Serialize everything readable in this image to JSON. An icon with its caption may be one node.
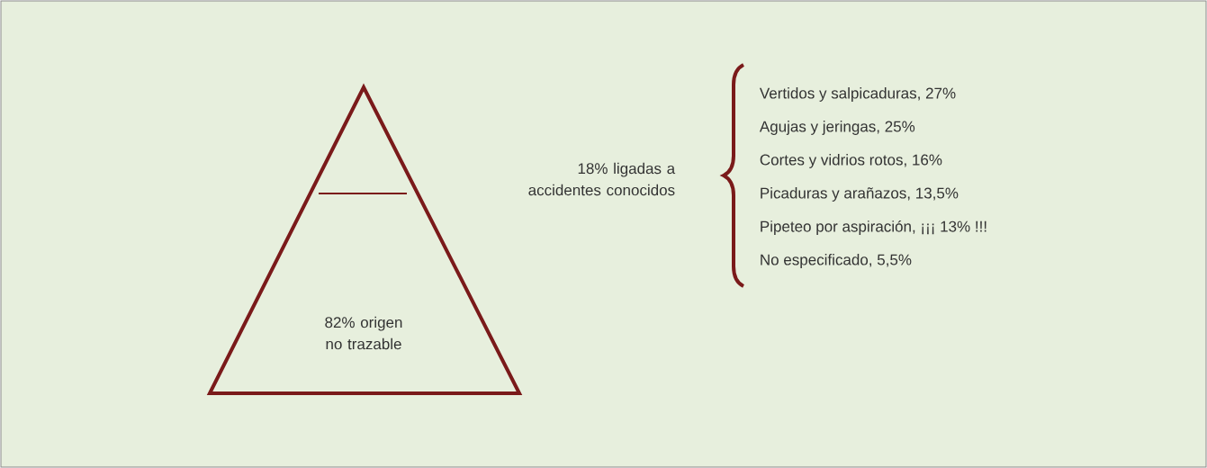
{
  "diagram": {
    "nodes": [
      {
        "text": [
          "82% origen no trazable"
        ]
      }
    ],
    "labels": [
      "18% ligadas a accidentes conocidos",
      "Vertidos y salpicaduras, 27%",
      "Agujas y jeringas, 25%",
      "Cortes y vidrios rotos, 16%",
      "Picaduras y arañazos, 13,5%",
      "Pipeteo por aspiración, ¡¡¡ 13% !!!",
      "No especificado, 5,5%"
    ]
  }
}
